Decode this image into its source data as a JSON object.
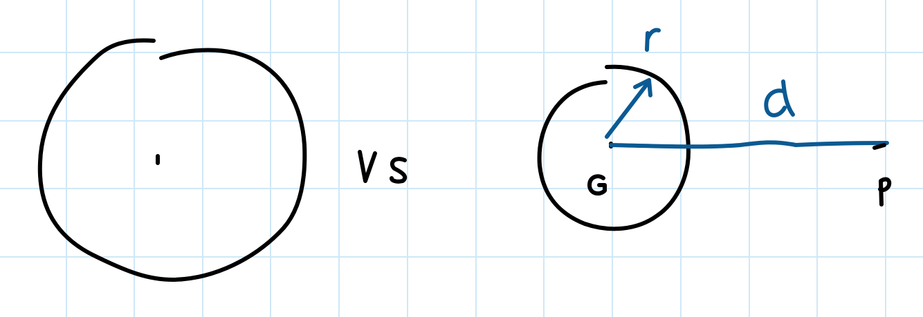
{
  "colors": {
    "background": "#ffffff",
    "grid": "#cfe8f7",
    "ink": "#000000",
    "accent": "#0b5a93"
  },
  "labels": {
    "vs": "VS",
    "center": "G",
    "point": "P",
    "radius": "r",
    "distance": "d"
  }
}
